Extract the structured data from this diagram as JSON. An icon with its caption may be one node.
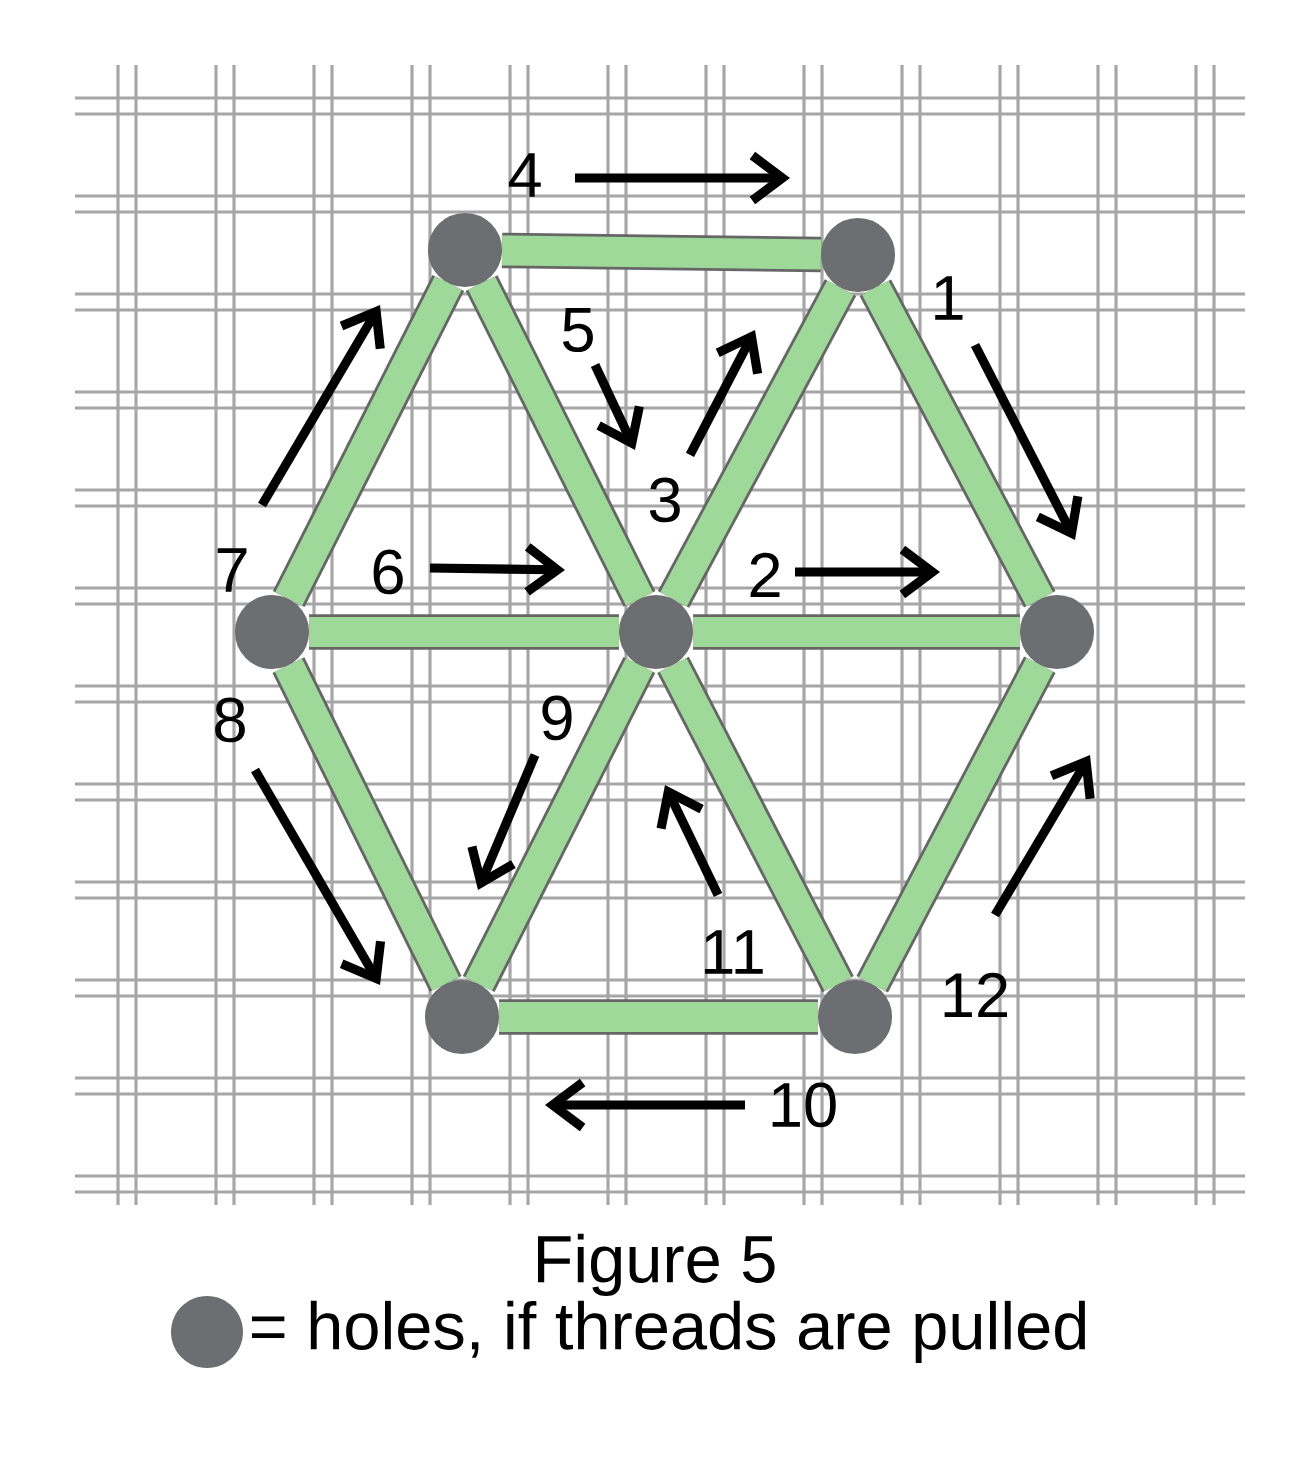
{
  "diagram": {
    "caption": "Figure 5",
    "nodes": [
      {
        "text": [],
        "shape": "circle"
      },
      {
        "text": [],
        "shape": "circle"
      },
      {
        "text": [],
        "shape": "circle"
      },
      {
        "text": [],
        "shape": "circle"
      },
      {
        "text": [],
        "shape": "circle"
      },
      {
        "text": [],
        "shape": "circle"
      },
      {
        "text": [],
        "shape": "circle"
      }
    ],
    "edges": [
      {
        "from": 0,
        "to": 1,
        "arrow": "none"
      },
      {
        "from": 0,
        "to": 2,
        "arrow": "none"
      },
      {
        "from": 0,
        "to": 3,
        "arrow": "none"
      },
      {
        "from": 1,
        "to": 3,
        "arrow": "none"
      },
      {
        "from": 1,
        "to": 4,
        "arrow": "none"
      },
      {
        "from": 2,
        "to": 3,
        "arrow": "none"
      },
      {
        "from": 3,
        "to": 4,
        "arrow": "none"
      },
      {
        "from": 2,
        "to": 5,
        "arrow": "none"
      },
      {
        "from": 3,
        "to": 5,
        "arrow": "none"
      },
      {
        "from": 3,
        "to": 6,
        "arrow": "none"
      },
      {
        "from": 4,
        "to": 6,
        "arrow": "none"
      },
      {
        "from": 5,
        "to": 6,
        "arrow": "none"
      }
    ],
    "labels": [
      "4",
      "1",
      "5",
      "3",
      "7",
      "6",
      "2",
      "8",
      "9",
      "11",
      "12",
      "10"
    ],
    "legend": [
      {
        "text": "= holes, if threads are pulled",
        "color": "#6d6e71"
      }
    ]
  }
}
